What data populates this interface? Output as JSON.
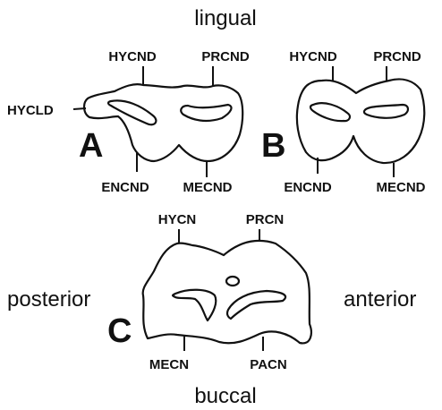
{
  "directions": {
    "top": "lingual",
    "bottom": "buccal",
    "left": "posterior",
    "right": "anterior"
  },
  "panels": {
    "A": {
      "letter": "A",
      "labels": {
        "hycnd": "HYCND",
        "prcnd": "PRCND",
        "hycld": "HYCLD",
        "encnd": "ENCND",
        "mecnd": "MECND"
      }
    },
    "B": {
      "letter": "B",
      "labels": {
        "hycnd": "HYCND",
        "prcnd": "PRCND",
        "encnd": "ENCND",
        "mecnd": "MECND"
      }
    },
    "C": {
      "letter": "C",
      "labels": {
        "hycn": "HYCN",
        "prcn": "PRCN",
        "mecn": "MECN",
        "pacn": "PACN"
      }
    }
  }
}
